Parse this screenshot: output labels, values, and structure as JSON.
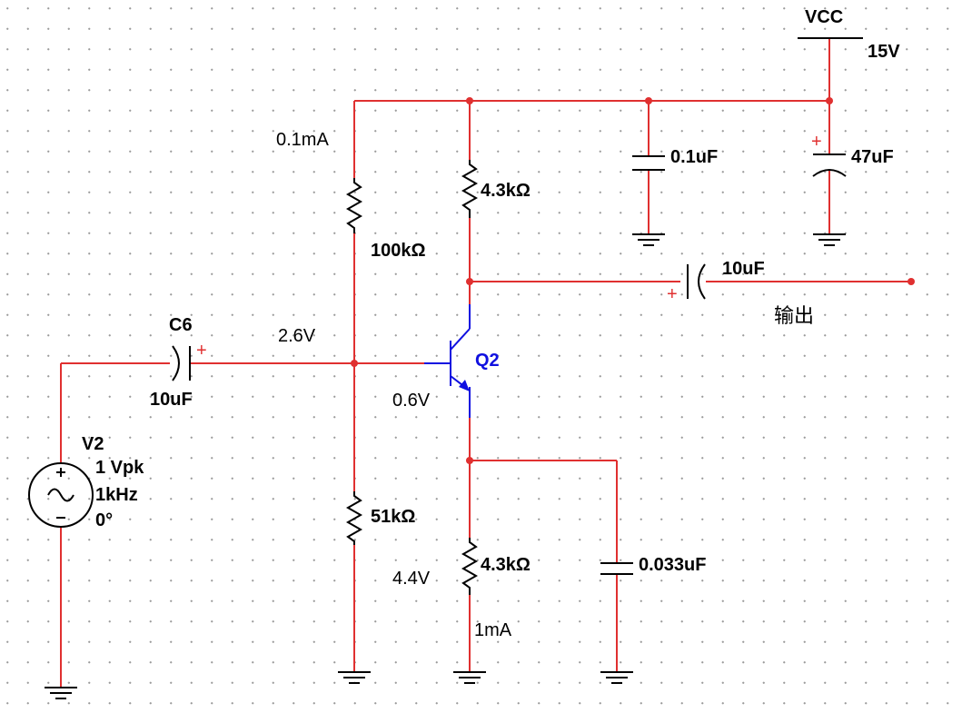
{
  "colors": {
    "wire": "#e03030",
    "transistor": "#1010e0",
    "component": "#000000",
    "grid_dot": "#9a9a9a"
  },
  "labels": {
    "vcc_name": "VCC",
    "vcc_value": "15V",
    "r1_current": "0.1mA",
    "r1_value": "100kΩ",
    "rc_value": "4.3kΩ",
    "cd1_value": "0.1uF",
    "cd2_value": "47uF",
    "cout_value": "10uF",
    "output": "输出",
    "c6_name": "C6",
    "c6_value": "10uF",
    "base_voltage": "2.6V",
    "q2_name": "Q2",
    "vbe": "0.6V",
    "v2_name": "V2",
    "v2_amplitude": "1 Vpk",
    "v2_freq": "1kHz",
    "v2_phase": "0°",
    "r2_value": "51kΩ",
    "re_value": "4.3kΩ",
    "emitter_voltage": "4.4V",
    "emitter_current": "1mA",
    "ce_value": "0.033uF",
    "plus_sign": "+",
    "minus_sign": "−"
  }
}
